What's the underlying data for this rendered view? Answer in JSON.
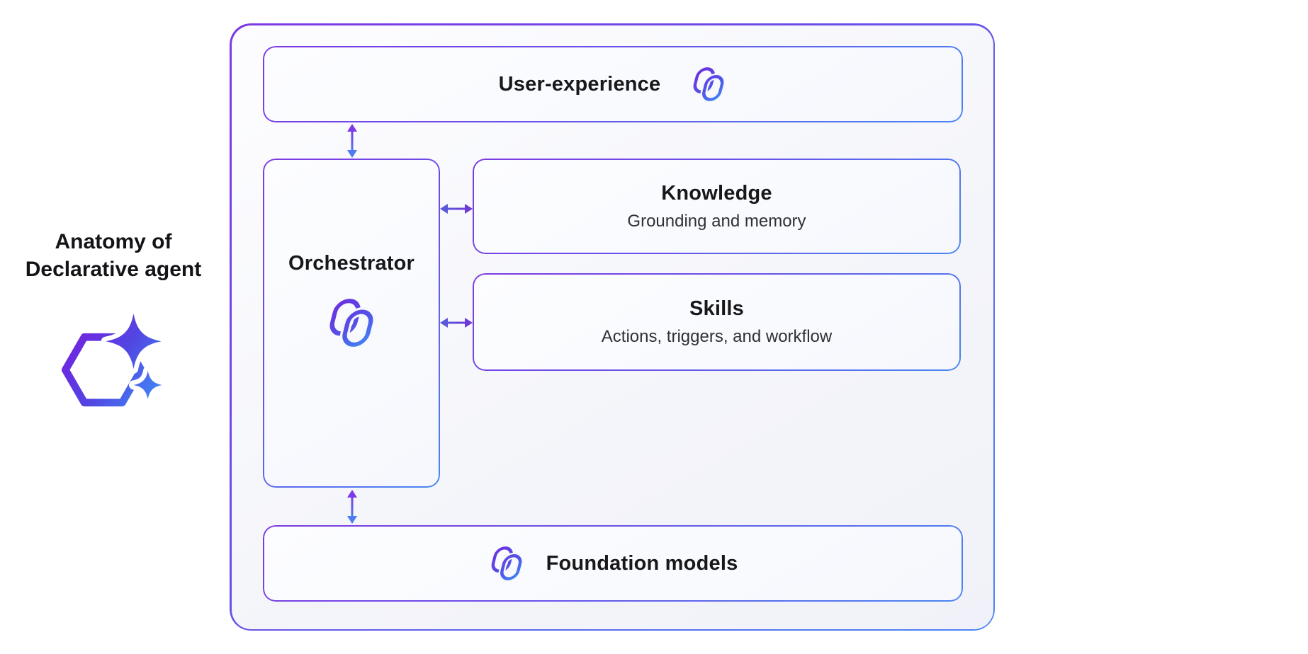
{
  "left_panel": {
    "title_line1": "Anatomy of",
    "title_line2": "Declarative agent",
    "icon": "declarative-agent-icon"
  },
  "diagram": {
    "boxes": {
      "user_experience": {
        "title": "User-experience",
        "icon": "copilot-icon"
      },
      "orchestrator": {
        "title": "Orchestrator",
        "icon": "copilot-icon"
      },
      "knowledge": {
        "title": "Knowledge",
        "subtitle": "Grounding and memory"
      },
      "skills": {
        "title": "Skills",
        "subtitle": "Actions, triggers, and workflow"
      },
      "foundation_models": {
        "title": "Foundation models",
        "icon": "copilot-icon"
      }
    },
    "connections": [
      {
        "from": "user_experience",
        "to": "orchestrator",
        "type": "bidirectional"
      },
      {
        "from": "orchestrator",
        "to": "knowledge",
        "type": "bidirectional"
      },
      {
        "from": "orchestrator",
        "to": "skills",
        "type": "bidirectional"
      },
      {
        "from": "orchestrator",
        "to": "foundation_models",
        "type": "bidirectional"
      }
    ],
    "colors": {
      "border_gradient_start": "#7e3ae2",
      "border_gradient_end": "#4a86f3",
      "arrow_purple": "#7c3ae8",
      "arrow_blue": "#4b7df2",
      "arrow_indigo": "#5a58d8",
      "title_text": "#18181b",
      "subtitle_text": "#303036"
    }
  }
}
